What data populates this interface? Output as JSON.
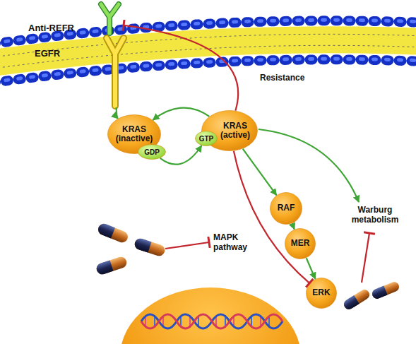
{
  "diagram": {
    "nodes": [
      {
        "text": [
          "Anti-REFR"
        ]
      },
      {
        "text": [
          "EGFR"
        ]
      },
      {
        "text": [
          "KRAS (inactive)"
        ]
      },
      {
        "text": [
          "GDP"
        ]
      },
      {
        "text": [
          "KRAS (active)"
        ]
      },
      {
        "text": [
          "GTP"
        ]
      },
      {
        "text": [
          "RAF"
        ]
      },
      {
        "text": [
          "MER"
        ]
      },
      {
        "text": [
          "ERK"
        ]
      }
    ],
    "edges": [
      {
        "from": 1,
        "to": 2,
        "arrow": "to"
      },
      {
        "from": 4,
        "to": 2,
        "arrow": "to"
      },
      {
        "from": 3,
        "to": 5,
        "arrow": "to"
      },
      {
        "from": 4,
        "to": 6,
        "arrow": "to"
      },
      {
        "from": 6,
        "to": 7,
        "arrow": "to"
      },
      {
        "from": 7,
        "to": 8,
        "arrow": "to"
      },
      {
        "from": 4,
        "to": 0,
        "arrow": "to"
      },
      {
        "from": 4,
        "to": 8,
        "arrow": "to"
      }
    ],
    "labels": [
      "Resistance",
      "MAPK pathway",
      "Warburg metabolism"
    ]
  }
}
